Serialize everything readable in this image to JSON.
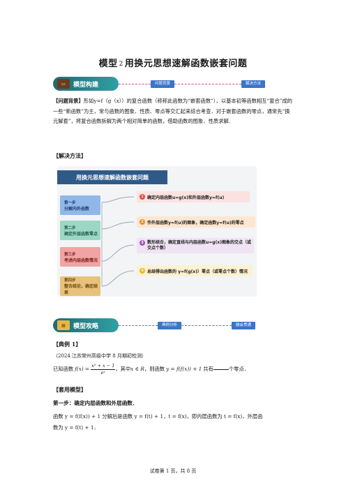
{
  "title": {
    "prefix": "模型",
    "num": "2",
    "text": "用换元思想速解函数嵌套问题"
  },
  "banner1": {
    "label": "模型构建",
    "icon": "chalkboard-icon",
    "tags": [
      "问题背景",
      "解决方法"
    ]
  },
  "background": {
    "label": "【问题背景】",
    "text": "形如y=f（g（x））的复合函数（称称此函数为“嵌套函数”），以基本初等函数相互“复合”成的一些“新函数”为主，常与函数的图象、性质、零点等交汇起来综合考查．对于嵌套函数的零点，通常先“换元解套”，将复合函数拆解为两个相对简单的函数，借助函数的图象、性质求解."
  },
  "method_label": "【解决方法】",
  "mindmap": {
    "title": "用换元思想速解函数嵌套问题",
    "steps": [
      {
        "step": "第一步",
        "text": "分解内外函数",
        "color": "#8fb8e8"
      },
      {
        "step": "第二步",
        "text": "确定外层函数零点",
        "color": "#9cd7c4"
      },
      {
        "step": "第三步",
        "text": "考虑内层函数情况",
        "color": "#f2a3a3"
      },
      {
        "step": "第四步",
        "text": "整合结论，确定结果",
        "color": "#e8c27a"
      }
    ],
    "items": [
      {
        "n": "1",
        "text": "确定内层函数u=g(x)和外层函数y=f(u)",
        "bg": "#fbe2e0",
        "dot": "#e04b3c"
      },
      {
        "n": "2",
        "text": "作外层函数y=f(u)的图象，确定函数y=f(u)的零点",
        "bg": "#fde6cf",
        "dot": "#ef8a2e"
      },
      {
        "n": "3",
        "text": "数形结合，确定直线与内层函数u=g(x)图象的交点（或交点个数）",
        "bg": "#efe3f4",
        "dot": "#9b59b6"
      },
      {
        "n": "4",
        "text": "总结得出函数的 y=f(g(x)）零点（或零点个数）情况",
        "bg": "#fdf1cf",
        "dot": "#f0b429"
      }
    ]
  },
  "banner2": {
    "label": "模型攻略",
    "icon": "blocks-icon",
    "tags": [
      "典例分析",
      "融会贯通"
    ]
  },
  "example": {
    "label": "【典例 1】",
    "source": "（2024 江苏常州高级中学 8 月期初检测）",
    "pre": "已知函数",
    "fx": "f(x) =",
    "numerator": "x² + x − 1",
    "denominator": "eˣ",
    "mid": "，其中",
    "cond": "x ∈ R",
    "mid2": "，则函数",
    "func": "y = f(f(x)) + 1",
    "post": "共有",
    "end": "个零点．"
  },
  "model_label": "【套用模型】",
  "step1": {
    "heading": "第一步：确定内层函数和外层函数．",
    "line1": "函数 y = f(f(x)) + 1 分解后是函数 y = f(t) + 1，t = f(x)，即内层函数为 t = f(x)，外层函",
    "line2": "数为 y = f(t) + 1．"
  },
  "footer": "试卷第 1 页，共 8 页"
}
